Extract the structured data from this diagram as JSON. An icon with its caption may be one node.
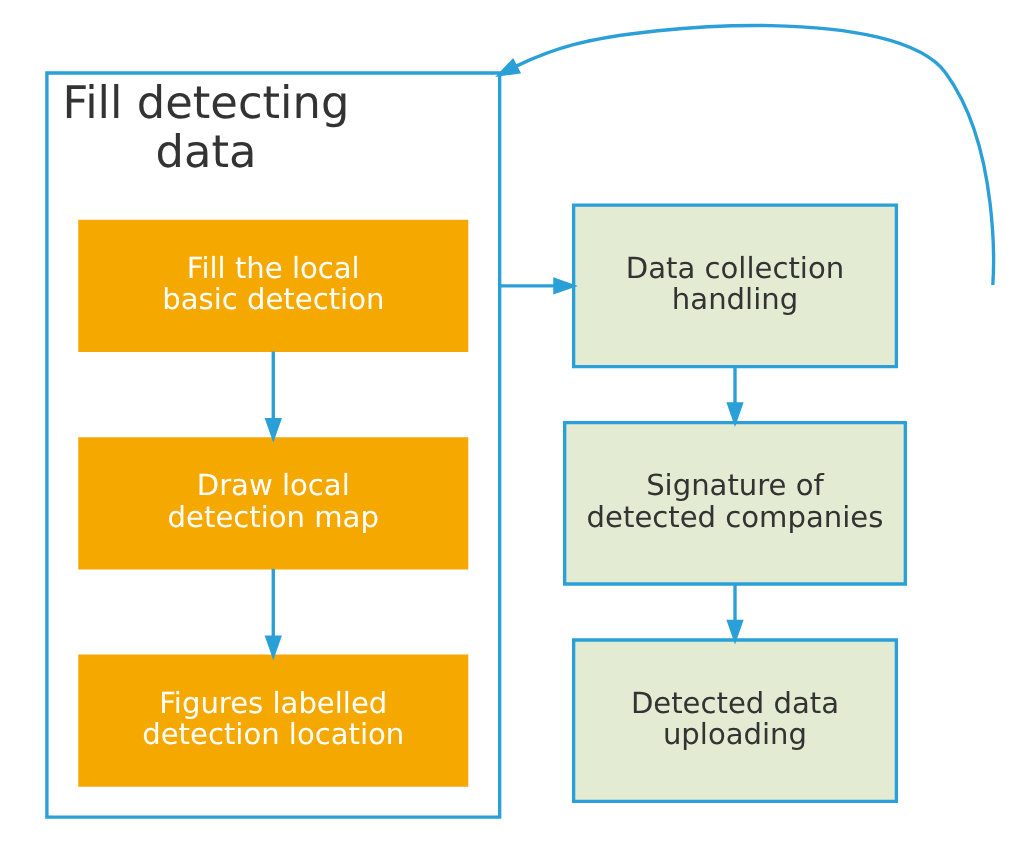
{
  "diagram": {
    "nodes": [
      {
        "text": [
          "Fill detecting data"
        ]
      },
      {
        "text": [
          "Fill the local basic detection"
        ],
        "in": 0
      },
      {
        "text": [
          "Draw local detection map"
        ],
        "in": 0
      },
      {
        "text": [
          "Figures labelled detection location"
        ],
        "in": 0
      },
      {
        "text": [
          "Data collection handling"
        ]
      },
      {
        "text": [
          "Signature of detected companies"
        ]
      },
      {
        "text": [
          "Detected data uploading"
        ]
      }
    ],
    "edges": [
      {
        "from": null,
        "to": 0,
        "arrow": "to"
      },
      {
        "from": 1,
        "to": 2,
        "arrow": "to"
      },
      {
        "from": 2,
        "to": 3,
        "arrow": "to"
      },
      {
        "from": 0,
        "to": 4,
        "arrow": "to"
      },
      {
        "from": 4,
        "to": 5,
        "arrow": "to"
      },
      {
        "from": 5,
        "to": 6,
        "arrow": "to"
      }
    ]
  }
}
